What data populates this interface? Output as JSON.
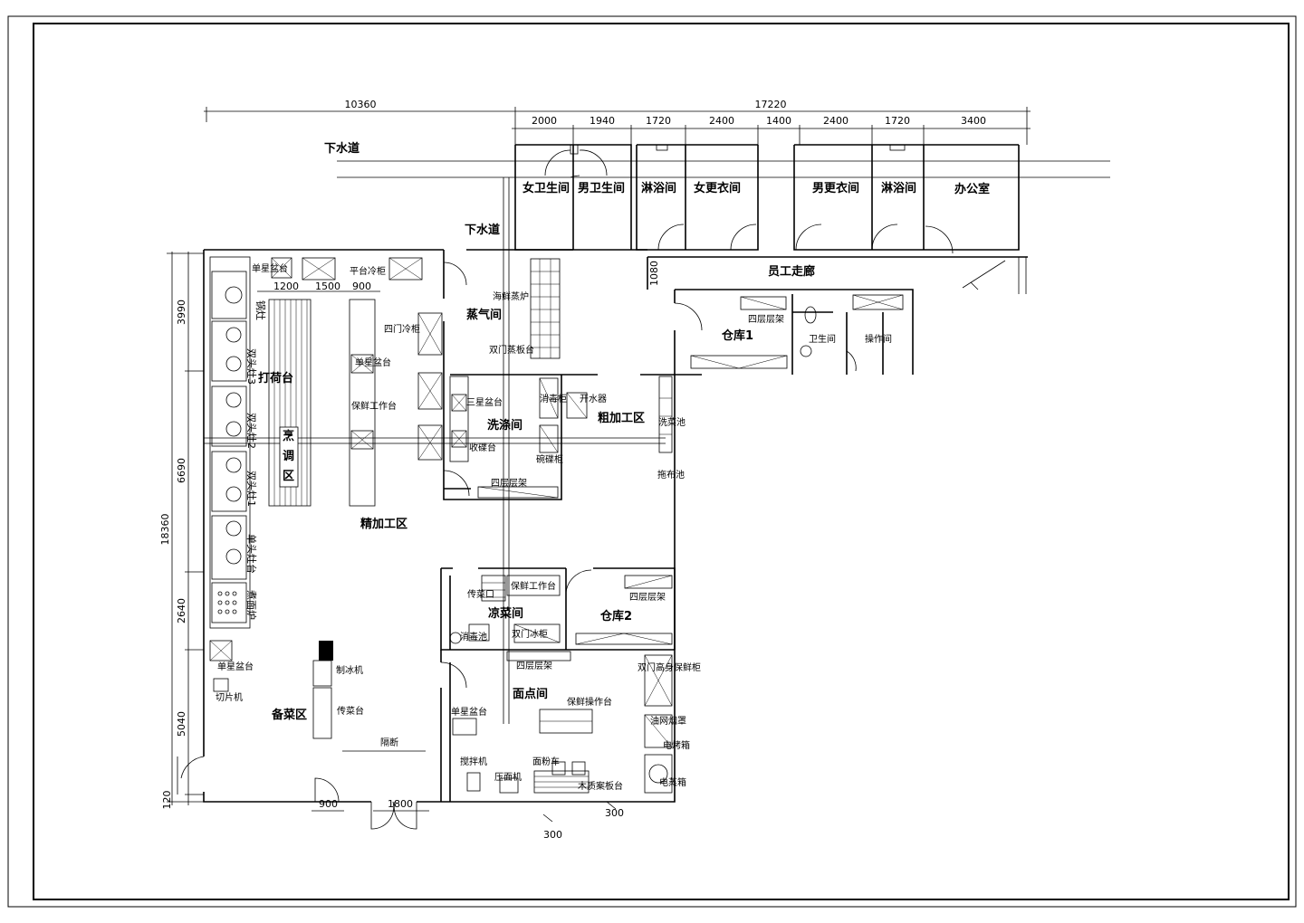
{
  "dimensions": {
    "top_total_left": "10360",
    "top_total_right": "17220",
    "top_segments": [
      "2000",
      "1940",
      "1720",
      "2400",
      "1400",
      "2400",
      "1720",
      "3400"
    ],
    "left_total": "18360",
    "left_segments": [
      "3990",
      "6690",
      "2640",
      "5040",
      "120"
    ],
    "counter_widths": [
      "1200",
      "1500",
      "900"
    ],
    "wall_1080": "1080",
    "door_900": "900",
    "door_1800": "1800",
    "bottom_300_a": "300",
    "bottom_300_b": "300"
  },
  "rooms": {
    "sewer_1": "下水道",
    "sewer_2": "下水道",
    "women_toilet": "女卫生间",
    "men_toilet": "男卫生间",
    "shower_1": "淋浴间",
    "women_locker": "女更衣间",
    "men_locker": "男更衣间",
    "shower_2": "淋浴间",
    "office": "办公室",
    "staff_corridor": "员工走廊",
    "steam_room": "蒸气间",
    "warehouse_1": "仓库1",
    "toilet_small": "卫生间",
    "operation_room": "操作间",
    "dishwash_room": "洗涤间",
    "rough_processing": "粗加工区",
    "cooking_counter": "打荷台",
    "seasoning_area_1": "烹",
    "seasoning_area_2": "调",
    "seasoning_area_3": "区",
    "fine_processing": "精加工区",
    "cold_dish_room": "凉菜间",
    "warehouse_2": "仓库2",
    "pastry_room": "面点间",
    "prep_area": "备菜区"
  },
  "equipment": {
    "single_sink_top": "单星盆台",
    "platform_fridge": "平台冷柜",
    "pot_stove": "锅灶",
    "two_head_stove_3": "双头灶3",
    "two_head_stove_2": "双头灶2",
    "two_head_stove_1": "双头灶1",
    "single_head_stove": "单头灶台",
    "noodle_stove": "煮面炉",
    "four_door_fridge": "四门冷柜",
    "single_sink_2": "单星盆台",
    "fresh_workbench": "保鲜工作台",
    "seafood_steamer": "海鲜蒸炉",
    "double_door_steam_cabinet": "双门蒸板台",
    "triple_sink": "三星盆台",
    "disinfect_cabinet": "消毒柜",
    "water_heater": "开水器",
    "dish_cabinet": "碗碟柜",
    "receiving_table": "收碟台",
    "four_tier_shelf_1": "四层层架",
    "veg_wash_pool": "洗菜池",
    "mop_pool": "拖布池",
    "four_tier_shelf_w1": "四层层架",
    "pass_window": "传菜口",
    "fresh_workbench_2": "保鲜工作台",
    "disinfect_pool": "消毒池",
    "double_door_freezer": "双门冰柜",
    "four_tier_shelf_w2": "四层层架",
    "four_tier_shelf_2": "四层层架",
    "double_door_tall_fridge": "双门高身保鲜柜",
    "fresh_operation_table": "保鲜操作台",
    "oil_fume_hood": "油网烟罩",
    "electric_oven": "电烤箱",
    "steamer": "电蒸箱",
    "single_sink_3": "单星盆台",
    "mixer": "搅拌机",
    "flour_cart": "面粉车",
    "dough_press": "压面机",
    "wood_board_table": "木质案板台",
    "single_sink_4": "单星盆台",
    "slicer": "切片机",
    "ice_maker": "制冰机",
    "pass_table": "传菜台",
    "partition": "隔断"
  }
}
